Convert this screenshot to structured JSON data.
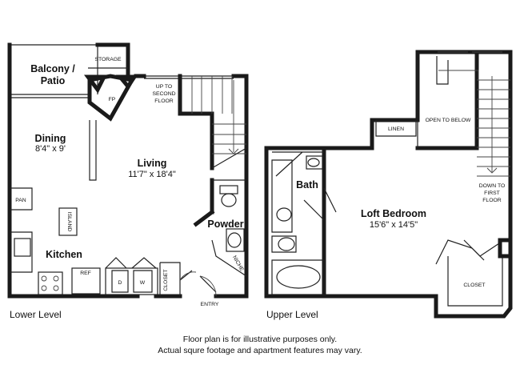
{
  "lower": {
    "balcony": "Balcony /",
    "patio": "Patio",
    "storage": "STORAGE",
    "fp": "FP",
    "stair_up": [
      "UP TO",
      "SECOND",
      "FLOOR"
    ],
    "dining": "Dining",
    "dining_dim": "8'4\" x 9'",
    "living": "Living",
    "living_dim": "11'7\" x 18'4\"",
    "pan": "PAN",
    "island": "ISLAND",
    "kitchen": "Kitchen",
    "ref": "REF",
    "washer": "W",
    "dryer": "D",
    "closet": "CLOSET",
    "powder": "Powder",
    "niche": "NICHE",
    "entry": "ENTRY",
    "level_label": "Lower Level"
  },
  "upper": {
    "bath": "Bath",
    "linen": "LINEN",
    "open_below": "OPEN TO BELOW",
    "stair_down": [
      "DOWN TO",
      "FIRST",
      "FLOOR"
    ],
    "loft": "Loft Bedroom",
    "loft_dim": "15'6\" x 14'5\"",
    "closet": "CLOSET",
    "level_label": "Upper Level"
  },
  "disclaimer": {
    "line1": "Floor plan is for illustrative purposes only.",
    "line2": "Actual squre footage and apartment features may vary."
  }
}
